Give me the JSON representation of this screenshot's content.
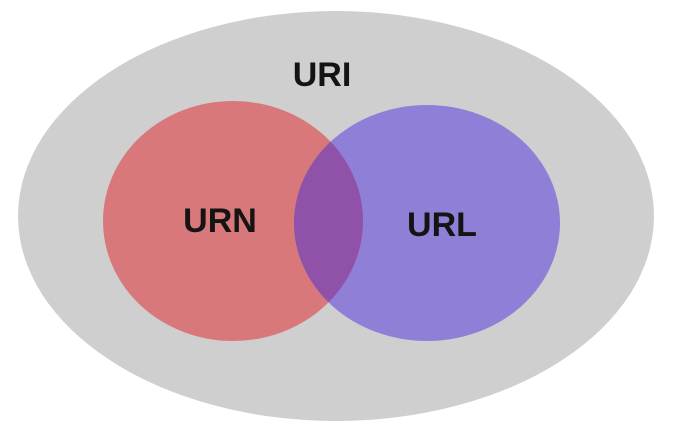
{
  "diagram": {
    "type": "venn",
    "outer": {
      "label": "URI",
      "color": "#cfcfcf"
    },
    "sets": [
      {
        "label": "URN",
        "color": "#d9787a"
      },
      {
        "label": "URL",
        "color": "#8f7fd6"
      }
    ],
    "overlap_color": "#8f52a8",
    "label_color": "#141414"
  }
}
